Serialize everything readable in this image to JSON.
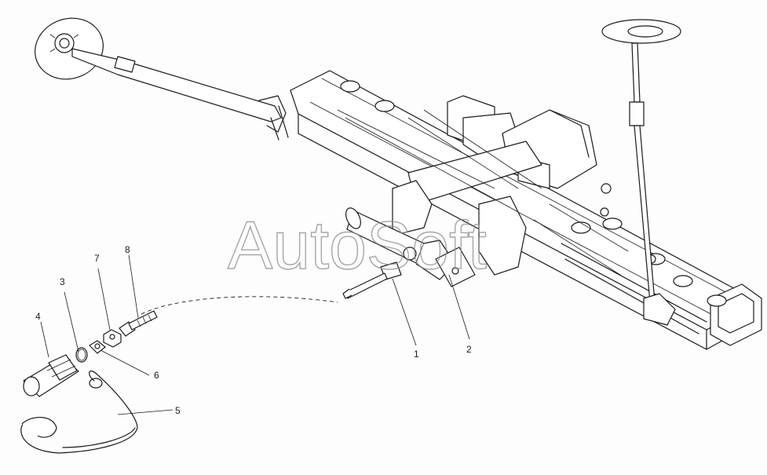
{
  "watermark": "AutoSoft",
  "callouts": [
    {
      "id": "1",
      "label": "1"
    },
    {
      "id": "2",
      "label": "2"
    },
    {
      "id": "3",
      "label": "3"
    },
    {
      "id": "4",
      "label": "4"
    },
    {
      "id": "5",
      "label": "5"
    },
    {
      "id": "6",
      "label": "6"
    },
    {
      "id": "7",
      "label": "7"
    },
    {
      "id": "8",
      "label": "8"
    }
  ]
}
